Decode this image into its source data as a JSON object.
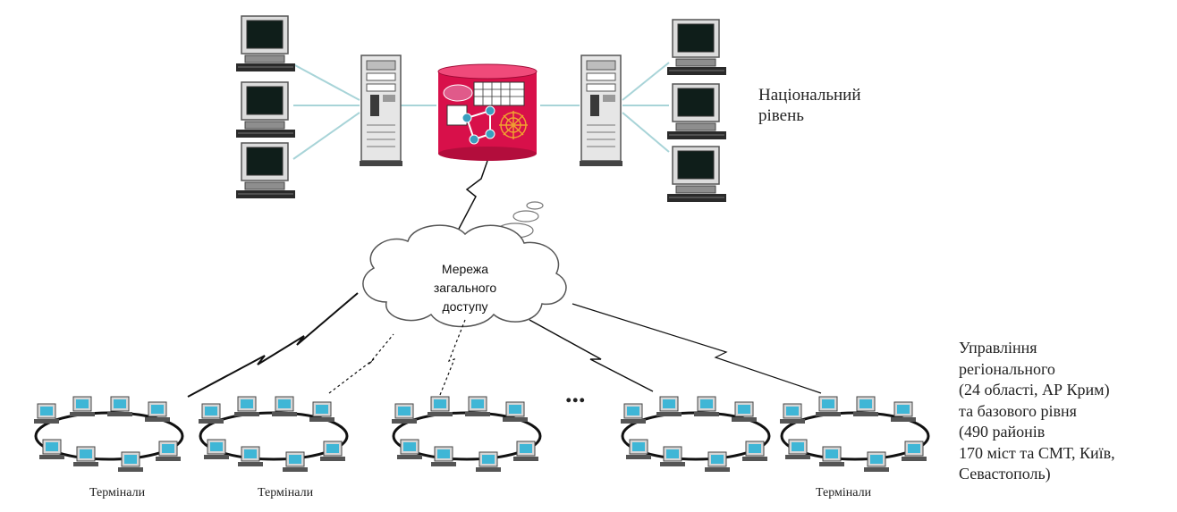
{
  "national_level": {
    "label_line1": "Національний",
    "label_line2": "рівень"
  },
  "network": {
    "label_line1": "Мережа",
    "label_line2": "загального",
    "label_line3": "доступу"
  },
  "regional": {
    "lines": [
      "Управління",
      "регіонального",
      "(24 області, АР Крим)",
      "та базового рівня",
      "(490 районів",
      "170 міст та СМТ, Київ,",
      "Севастополь)"
    ]
  },
  "terminals": {
    "caption": "Термінали"
  },
  "ellipsis": "...",
  "colors": {
    "database": "#d8104a",
    "monitor_screen": "#0f1e1a",
    "terminal_screen": "#3fb6d6",
    "link_line": "#a8d4d8"
  },
  "icons": [
    "monitor-icon",
    "server-tower-icon",
    "database-cylinder-icon",
    "network-cloud-icon",
    "lightning-link-icon",
    "terminal-computer-icon"
  ]
}
